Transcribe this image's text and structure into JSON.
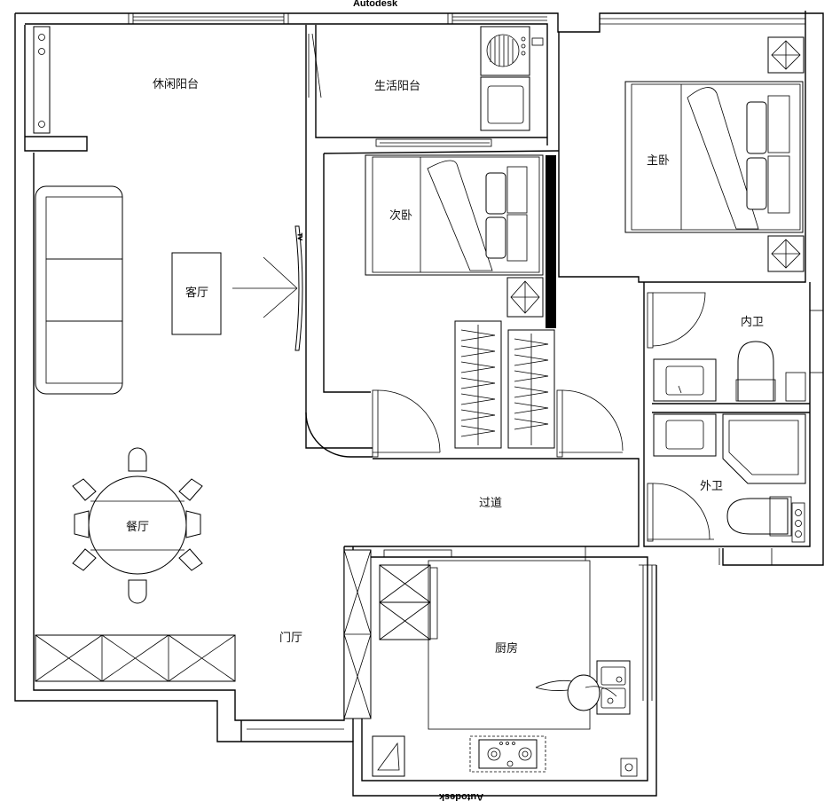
{
  "watermark": {
    "top": "Autodesk",
    "bottom": "Autodesk"
  },
  "rooms": {
    "leisure_balcony": "休闲阳台",
    "utility_balcony": "生活阳台",
    "living_room": "客厅",
    "second_bedroom": "次卧",
    "master_bedroom": "主卧",
    "inner_bathroom": "内卫",
    "outer_bathroom": "外卫",
    "corridor": "过道",
    "dining_room": "餐厅",
    "entrance_hall": "门厅",
    "kitchen": "厨房"
  },
  "fixtures": {
    "tv_label": "TV"
  }
}
